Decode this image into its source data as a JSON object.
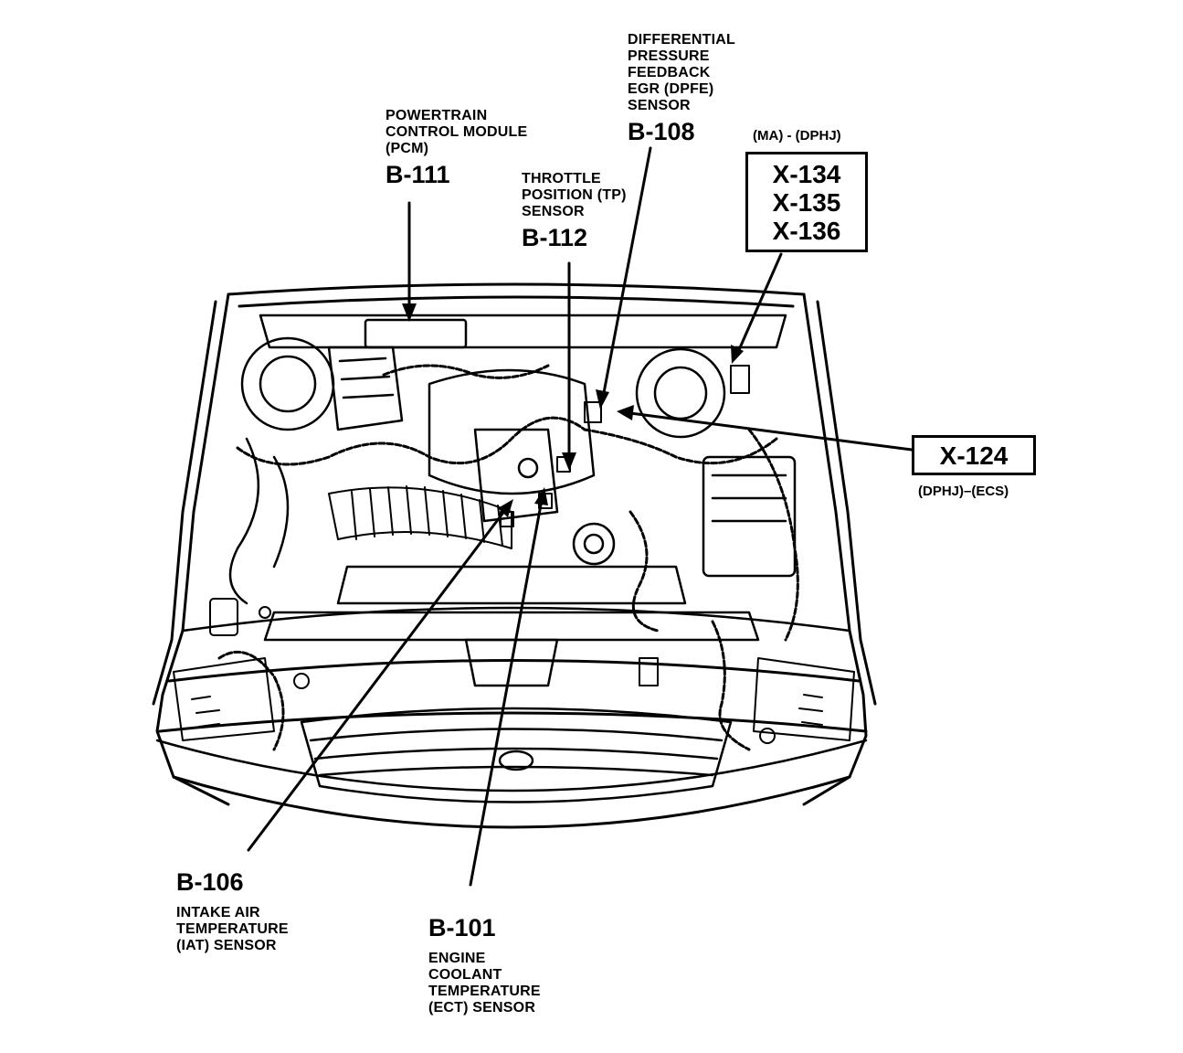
{
  "labels": {
    "pcm": {
      "lines": [
        "POWERTRAIN",
        "CONTROL MODULE",
        "(PCM)"
      ],
      "code": "B-111"
    },
    "tp": {
      "lines": [
        "THROTTLE",
        "POSITION (TP)",
        "SENSOR"
      ],
      "code": "B-112"
    },
    "dpfe": {
      "lines": [
        "DIFFERENTIAL",
        "PRESSURE",
        "FEEDBACK",
        "EGR (DPFE)",
        "SENSOR"
      ],
      "code": "B-108"
    },
    "x134_group": {
      "note": "(MA) - (DPHJ)",
      "codes": [
        "X-134",
        "X-135",
        "X-136"
      ]
    },
    "x124": {
      "code": "X-124",
      "note": "(DPHJ)–(ECS)"
    },
    "iat": {
      "code": "B-106",
      "lines": [
        "INTAKE AIR",
        "TEMPERATURE",
        "(IAT) SENSOR"
      ]
    },
    "ect": {
      "code": "B-101",
      "lines": [
        "ENGINE",
        "COOLANT",
        "TEMPERATURE",
        "(ECT) SENSOR"
      ]
    }
  },
  "colors": {
    "ink": "#000000",
    "paper": "#ffffff"
  }
}
